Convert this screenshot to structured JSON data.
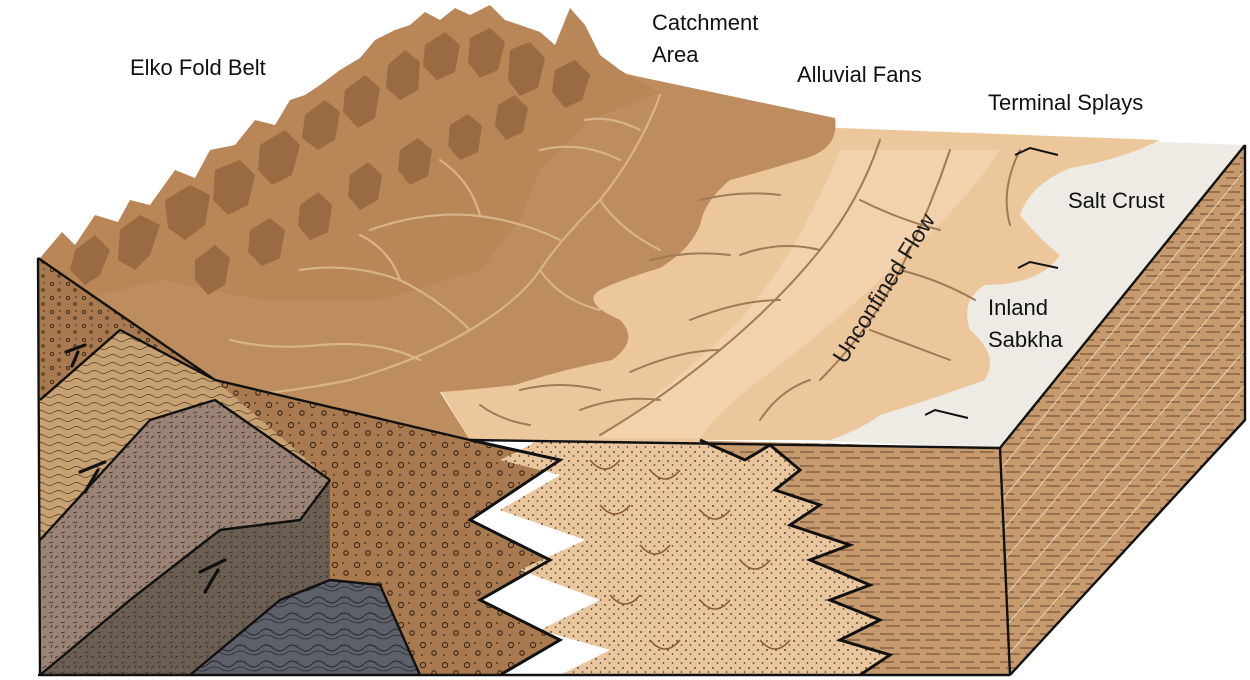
{
  "labels": {
    "elko_fold_belt": "Elko Fold Belt",
    "catchment_line1": "Catchment",
    "catchment_line2": "Area",
    "alluvial_fans": "Alluvial Fans",
    "terminal_splays": "Terminal Splays",
    "salt_crust": "Salt Crust",
    "unconfined_flow": "Unconfined Flow",
    "inland_line1": "Inland",
    "inland_line2": "Sabkha"
  },
  "colors": {
    "mountain": "#b98657",
    "mountain_dark": "#9a6a42",
    "catchment": "#bd8c5f",
    "fan": "#edc79c",
    "fan_light": "#f3d5b0",
    "salt_crust": "#eeebe4",
    "sabkha_block": "#c79a6e",
    "conglomerate": "#a97a4f",
    "sand_front": "#eac69f",
    "layer_tan": "#c8a173",
    "layer_grey_brown": "#9a8375",
    "layer_dark": "#6b5f54",
    "layer_slate": "#5d6068",
    "layer_rust": "#a07248"
  }
}
